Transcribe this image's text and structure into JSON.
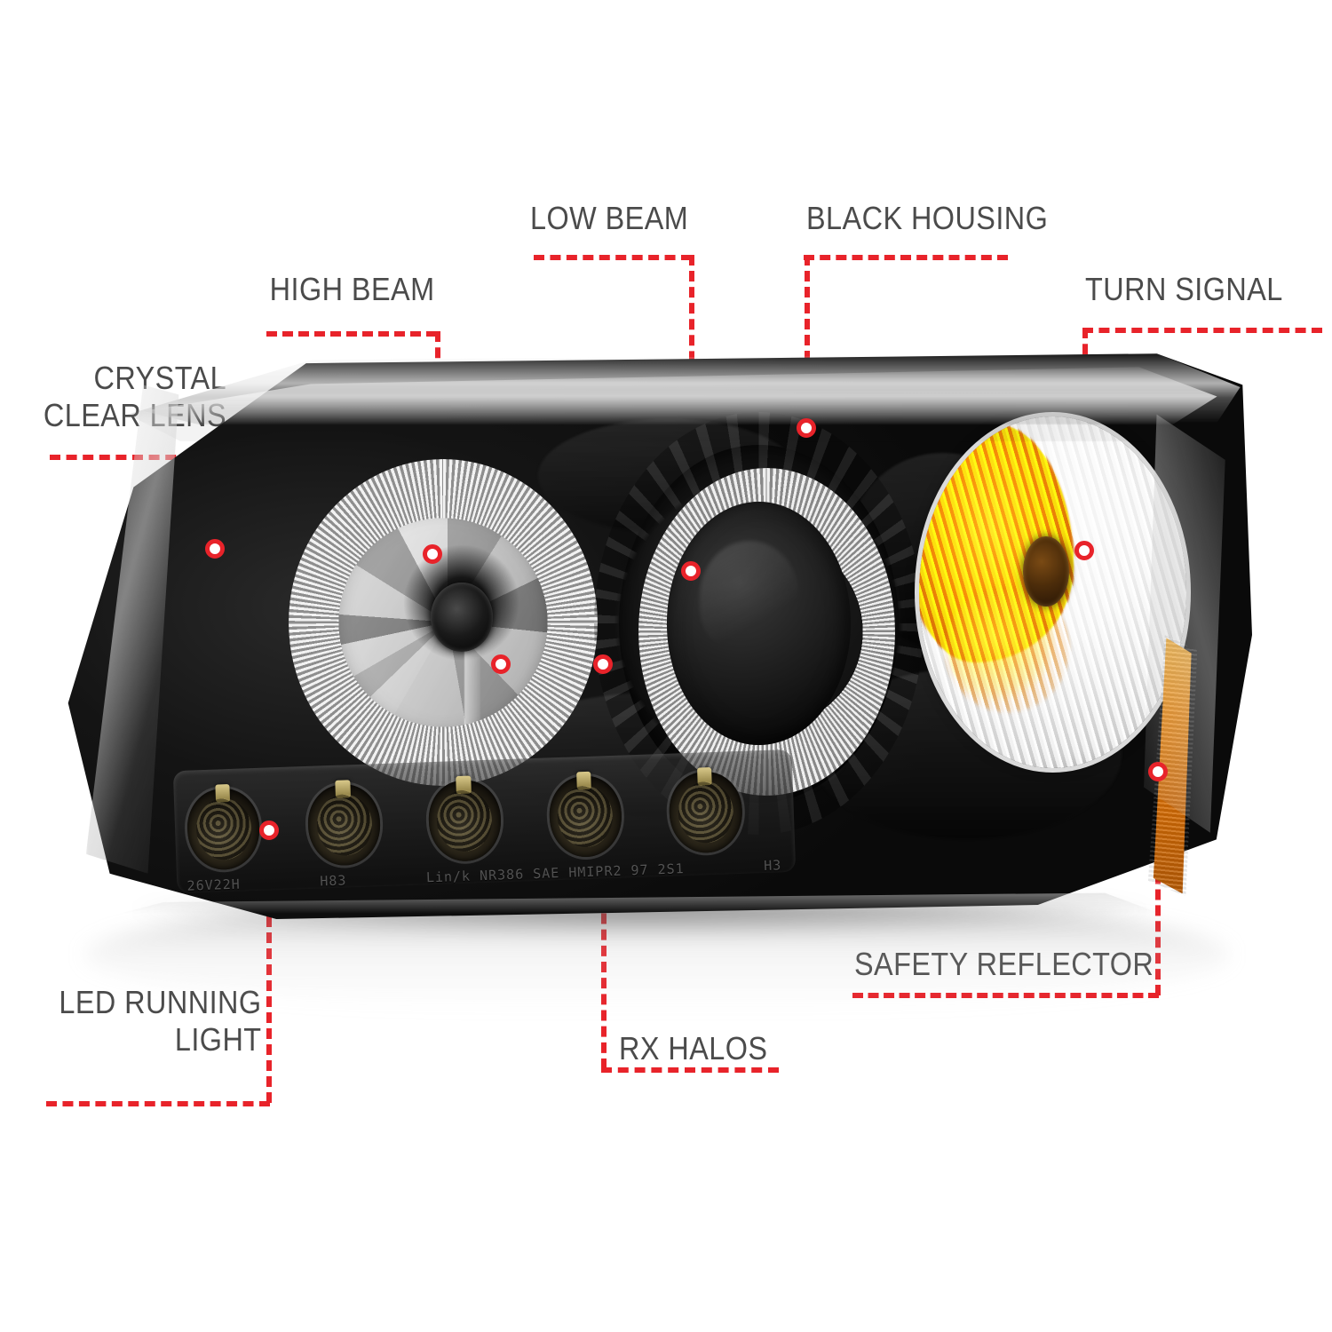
{
  "product": {
    "type": "projector-headlight-assembly",
    "housing_color": "#0d0d0d",
    "accent_amber": "#f58b0a",
    "callout_color": "#E8232A",
    "label_color": "#4b4b4b"
  },
  "callouts": [
    {
      "id": "crystal-clear-lens",
      "label": "CRYSTAL\nCLEAR LENS"
    },
    {
      "id": "high-beam",
      "label": "HIGH BEAM"
    },
    {
      "id": "low-beam",
      "label": "LOW BEAM"
    },
    {
      "id": "black-housing",
      "label": "BLACK HOUSING"
    },
    {
      "id": "turn-signal",
      "label": "TURN SIGNAL"
    },
    {
      "id": "led-running-light",
      "label": "LED RUNNING\nLIGHT"
    },
    {
      "id": "rx-halos",
      "label": "RX HALOS"
    },
    {
      "id": "safety-reflector",
      "label": "SAFETY REFLECTOR"
    }
  ],
  "lamp_markings": {
    "left": "26V22H",
    "mid": "H83",
    "center": "Lin/k NR386 SAE HMIPR2 97 2S1",
    "right": "H3"
  }
}
